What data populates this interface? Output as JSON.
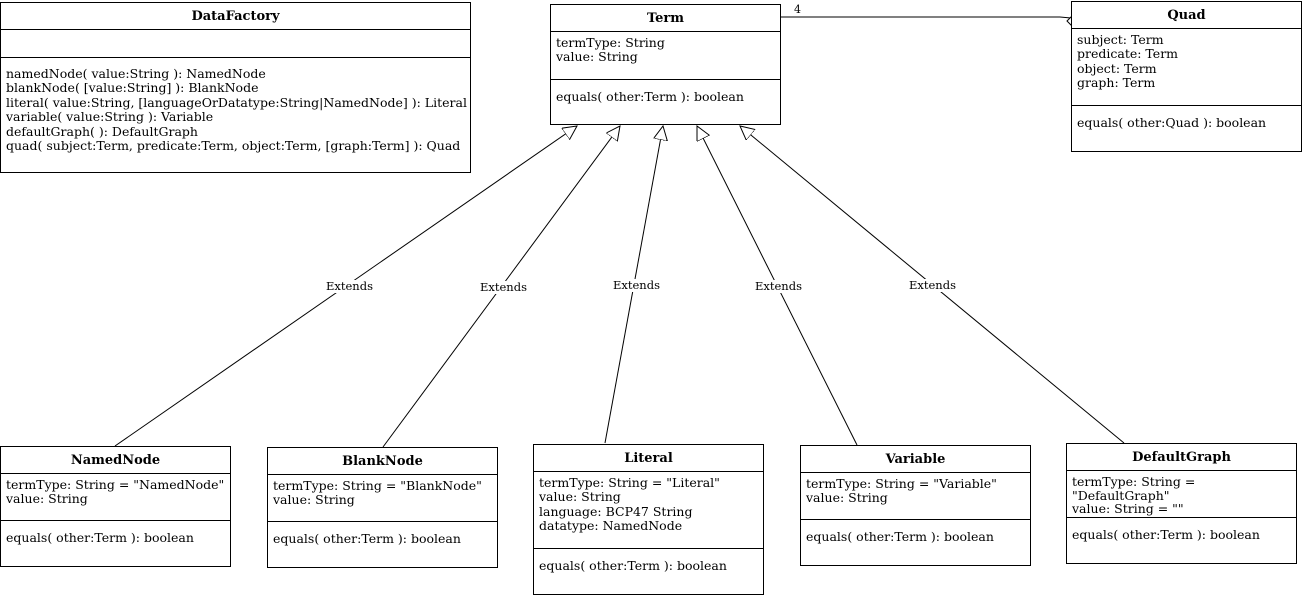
{
  "classes": {
    "datafactory": {
      "name": "DataFactory",
      "attributes": [],
      "methods": [
        "namedNode( value:String ): NamedNode",
        "blankNode( [value:String] ): BlankNode",
        "literal( value:String, [languageOrDatatype:String|NamedNode] ): Literal",
        "variable( value:String ): Variable",
        "defaultGraph( ): DefaultGraph",
        "quad( subject:Term, predicate:Term, object:Term, [graph:Term] ): Quad"
      ]
    },
    "term": {
      "name": "Term",
      "attributes": [
        "termType: String",
        "value: String"
      ],
      "methods": [
        "equals( other:Term ): boolean"
      ]
    },
    "quad": {
      "name": "Quad",
      "attributes": [
        "subject: Term",
        "predicate: Term",
        "object: Term",
        "graph: Term"
      ],
      "methods": [
        "equals( other:Quad ): boolean"
      ]
    },
    "namednode": {
      "name": "NamedNode",
      "attributes": [
        "termType: String = \"NamedNode\"",
        "value: String"
      ],
      "methods": [
        "equals( other:Term ): boolean"
      ]
    },
    "blanknode": {
      "name": "BlankNode",
      "attributes": [
        "termType: String = \"BlankNode\"",
        "value: String"
      ],
      "methods": [
        "equals( other:Term ): boolean"
      ]
    },
    "literal": {
      "name": "Literal",
      "attributes": [
        "termType: String = \"Literal\"",
        "value: String",
        "language: BCP47 String",
        "datatype: NamedNode"
      ],
      "methods": [
        "equals( other:Term ): boolean"
      ]
    },
    "variable": {
      "name": "Variable",
      "attributes": [
        "termType: String = \"Variable\"",
        "value: String"
      ],
      "methods": [
        "equals( other:Term ): boolean"
      ]
    },
    "defaultgraph": {
      "name": "DefaultGraph",
      "attributes": [
        "termType: String =",
        "\"DefaultGraph\"",
        "value: String = \"\""
      ],
      "methods": [
        "equals( other:Term ): boolean"
      ]
    }
  },
  "edges": {
    "extends_label": "Extends",
    "quad_term_multiplicity": "4"
  }
}
